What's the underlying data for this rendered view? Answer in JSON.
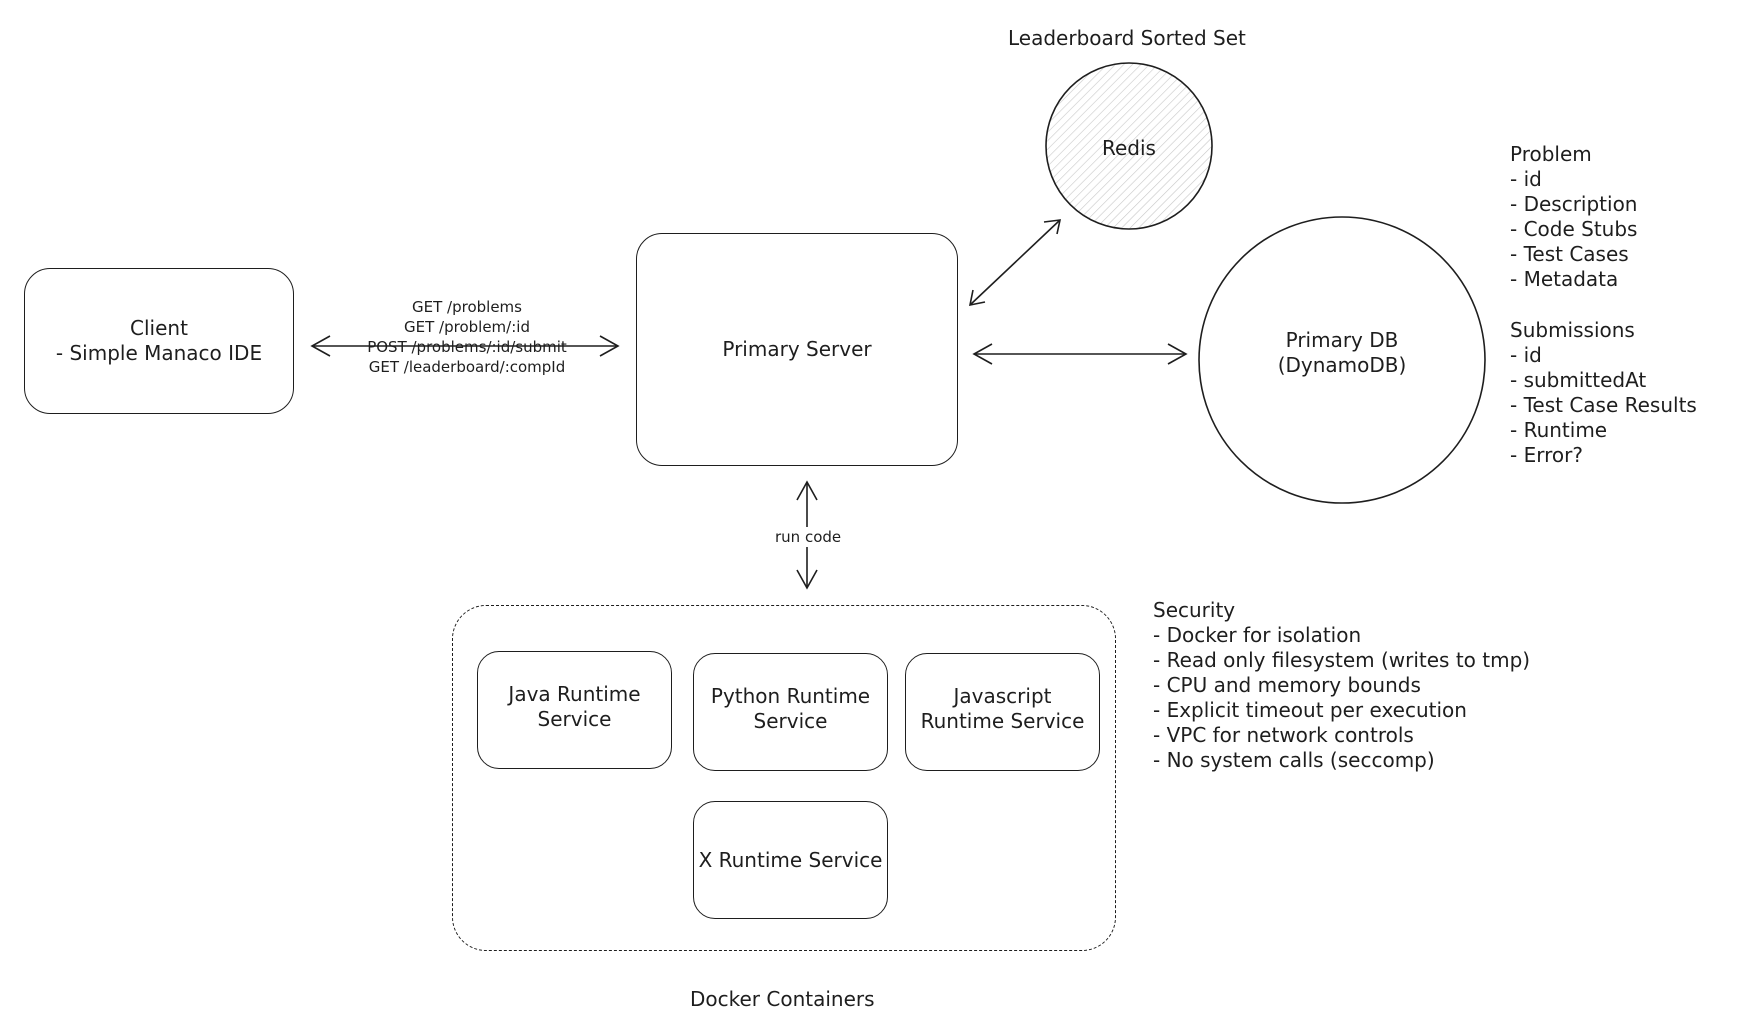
{
  "client": {
    "title": "Client",
    "subtitle": "- Simple Manaco IDE"
  },
  "api_endpoints": [
    "GET /problems",
    "GET /problem/:id",
    "POST /problems/:id/submit",
    "GET /leaderboard/:compId"
  ],
  "primary_server": {
    "label": "Primary Server"
  },
  "redis": {
    "label": "Redis",
    "caption": "Leaderboard Sorted Set"
  },
  "primary_db": {
    "line1": "Primary DB",
    "line2": "(DynamoDB)"
  },
  "problem_schema": {
    "title": "Problem",
    "fields": [
      "- id",
      "- Description",
      "- Code Stubs",
      "- Test Cases",
      "- Metadata"
    ]
  },
  "submissions_schema": {
    "title": "Submissions",
    "fields": [
      "- id",
      "- submittedAt",
      "- Test Case Results",
      "- Runtime",
      "- Error?"
    ]
  },
  "run_code_label": "run code",
  "runtimes": {
    "java": {
      "line1": "Java Runtime",
      "line2": "Service"
    },
    "python": {
      "line1": "Python Runtime",
      "line2": "Service"
    },
    "javascript": {
      "line1": "Javascript",
      "line2": "Runtime Service"
    },
    "x": {
      "line1": "X Runtime Service"
    }
  },
  "docker_caption": "Docker Containers",
  "security": {
    "title": "Security",
    "items": [
      "- Docker for isolation",
      "- Read only filesystem (writes to tmp)",
      "- CPU and memory bounds",
      "- Explicit timeout per execution",
      "- VPC for network controls",
      "- No system calls (seccomp)"
    ]
  },
  "colors": {
    "stroke": "#1e1e1e",
    "background": "#ffffff",
    "hatch": "#cfcfcf"
  }
}
